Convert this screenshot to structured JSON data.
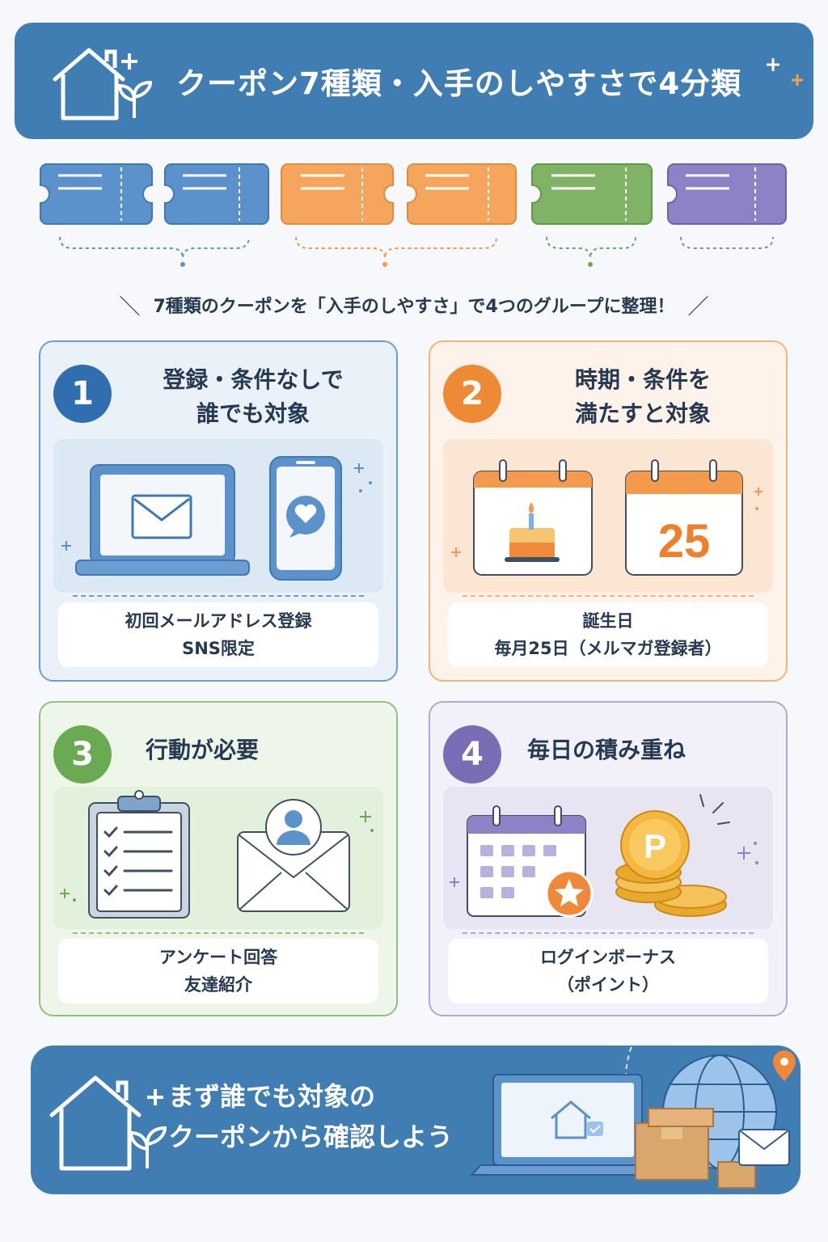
{
  "header": {
    "title": "クーポン7種類・入手のしやすさで4分類"
  },
  "subtitle": "7種類のクーポンを「入手のしやすさ」で4つのグループに整理！",
  "colors": {
    "blue": "#3f7db3",
    "orange": "#ef8a34",
    "green": "#6aaa52",
    "purple": "#7b6cb6"
  },
  "cards": [
    {
      "number": "1",
      "title_line1": "登録・条件なしで",
      "title_line2": "誰でも対象",
      "items": [
        "初回メールアドレス登録",
        "SNS限定"
      ],
      "icons": [
        "laptop-mail-icon",
        "smartphone-heart-icon"
      ]
    },
    {
      "number": "2",
      "title_line1": "時期・条件を",
      "title_line2": "満たすと対象",
      "items": [
        "誕生日",
        "毎月25日（メルマガ登録者）"
      ],
      "calendar_number": "25",
      "icons": [
        "birthday-cake-calendar-icon",
        "calendar-25-icon"
      ]
    },
    {
      "number": "3",
      "title_line1": "行動が必要",
      "items": [
        "アンケート回答",
        "友達紹介"
      ],
      "icons": [
        "checklist-clipboard-icon",
        "referral-envelope-icon"
      ]
    },
    {
      "number": "4",
      "title_line1": "毎日の積み重ね",
      "items": [
        "ログインボーナス",
        "（ポイント）"
      ],
      "coin_label": "P",
      "icons": [
        "calendar-star-icon",
        "point-coins-icon"
      ]
    }
  ],
  "footer": {
    "line1": "まず誰でも対象の",
    "line2": "クーポンから確認しよう"
  }
}
